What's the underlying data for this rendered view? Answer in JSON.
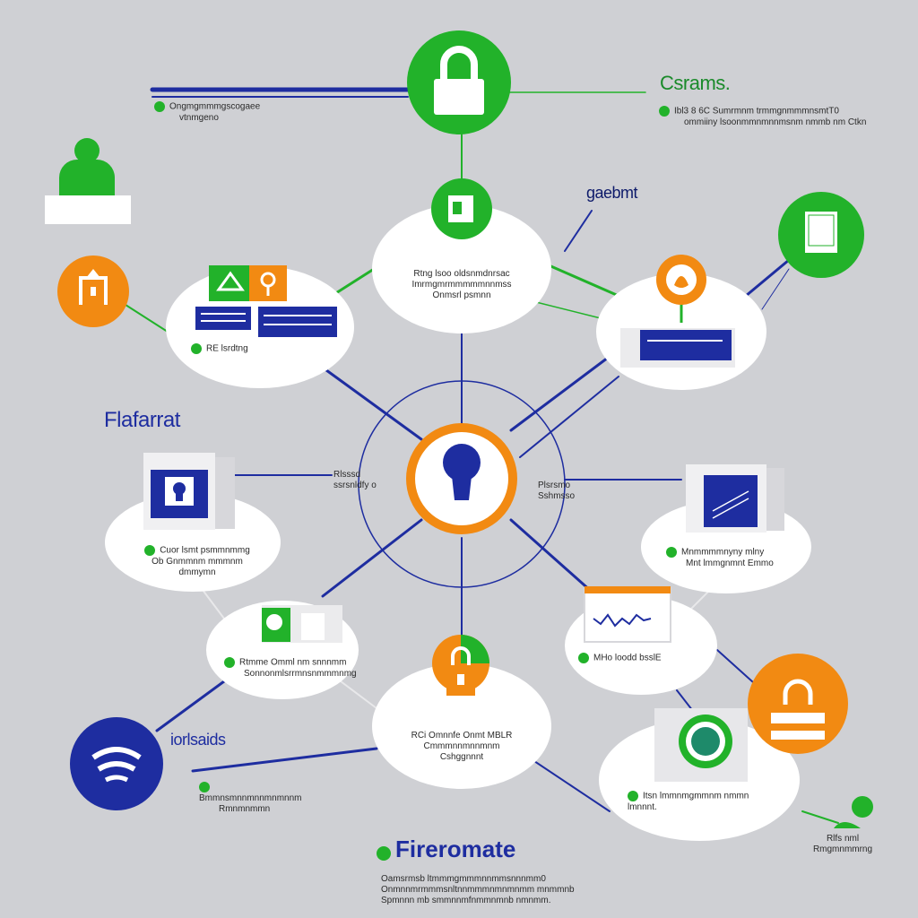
{
  "colors": {
    "background": "#cfd0d4",
    "green": "#22b22a",
    "orange": "#f28a12",
    "navy": "#1e2da0",
    "white": "#ffffff"
  },
  "headings": {
    "top_right": "Csrams.",
    "upper_right": "gaebmt",
    "left": "Flafarrat",
    "lower_left": "iorlsaids",
    "footer": "Fireromate"
  },
  "captions": {
    "top_left": [
      "Ongmgmmmgscogaee",
      "vtnmgeno"
    ],
    "top_right": [
      "Ibl3 8 6C Sumrmnm trmmgnmmmnsmtT0",
      "ommiiny lsoonmmnmnnmsnm nmmb nm Ctkn"
    ],
    "node_top": [
      "Rtng lsoo oldsnmdnrsac",
      "Imrmgmrmmmmmnnmss",
      "Onmsrl psmnn"
    ],
    "node_left_upper": "RE lsrdtng",
    "center_left": [
      "Rlsssd",
      "ssrsnldfy o"
    ],
    "center_right": [
      "Plsrsmo",
      "Sshmsso"
    ],
    "node_left_mid": [
      "Cuor lsmt psmmnmmg",
      "Ob Gnmmnm mmmnm",
      "dmmymn"
    ],
    "node_right_mid": [
      "Mnmmmmnyny mlny",
      "Mnt lmmgnmnt Emmo"
    ],
    "node_left_low": "Rtmme Omml nm snnnmm",
    "node_left_low_sub": "Sonnonmlsrrmnsnmmmnmg",
    "node_right_low": "MHo loodd bsslE",
    "node_bottom": [
      "RCi Omnnfe Onmt MBLR",
      "Cmmmnnmnnmnm",
      "Cshggnnnt"
    ],
    "node_bottom_right": "Itsn lmmnmgmmnm nmmn lmnnnt.",
    "bottom_left": [
      "Bmmnsmnnmnnmnmnnm",
      "Rmnmnmmn"
    ],
    "bottom_right": [
      "Rlfs nml",
      "Rmgmnmmrng"
    ],
    "footer_text": [
      "Oamsrmsb ltmmmgmmmnnmmsnnnmm0",
      "Onmnnmrmmmsnltnnmmmnmnmnmm mnmmnb",
      "Spmnnn mb smmnnmfnmmnmnb nmnmm."
    ]
  },
  "icons": {
    "top_lock": "padlock-icon",
    "center_keyhole": "keyhole-icon",
    "user": "user-icon",
    "warning": "warning-triangle-icon",
    "key": "key-icon",
    "document": "document-icon",
    "shield": "shield-icon",
    "wifi": "wifi-icon",
    "chart": "line-chart-icon"
  }
}
